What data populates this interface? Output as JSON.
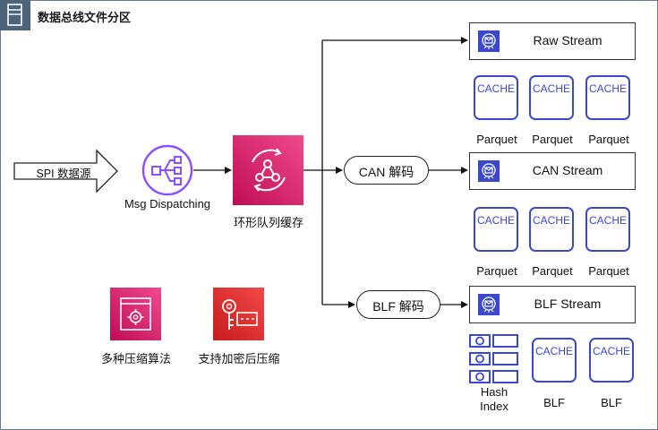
{
  "title": "数据总线文件分区",
  "source": {
    "label": "SPI 数据源"
  },
  "dispatcher": {
    "label": "Msg Dispatching",
    "icon": "router-icon"
  },
  "ring_buffer": {
    "label": "环形队列缓存",
    "icon": "stream-processing-icon"
  },
  "decoders": [
    {
      "label": "CAN 解码"
    },
    {
      "label": "BLF 解码"
    }
  ],
  "streams": [
    {
      "label": "Raw Stream"
    },
    {
      "label": "CAN Stream"
    },
    {
      "label": "BLF Stream"
    }
  ],
  "cache_label": "CACHE",
  "raw_outputs": [
    "Parquet",
    "Parquet",
    "Parquet"
  ],
  "can_outputs": [
    "Parquet",
    "Parquet",
    "Parquet"
  ],
  "blf_outputs": {
    "hash_index": "Hash Index",
    "files": [
      "BLF",
      "BLF"
    ]
  },
  "features": [
    {
      "label": "多种压缩算法",
      "icon": "settings-window-icon"
    },
    {
      "label": "支持加密后压缩",
      "icon": "key-icon"
    }
  ],
  "colors": {
    "header": "#4d6378",
    "cache_blue": "#3b48cc",
    "pink": "#e0306e",
    "red": "#e03030",
    "router_purple": "#8c4fff"
  }
}
